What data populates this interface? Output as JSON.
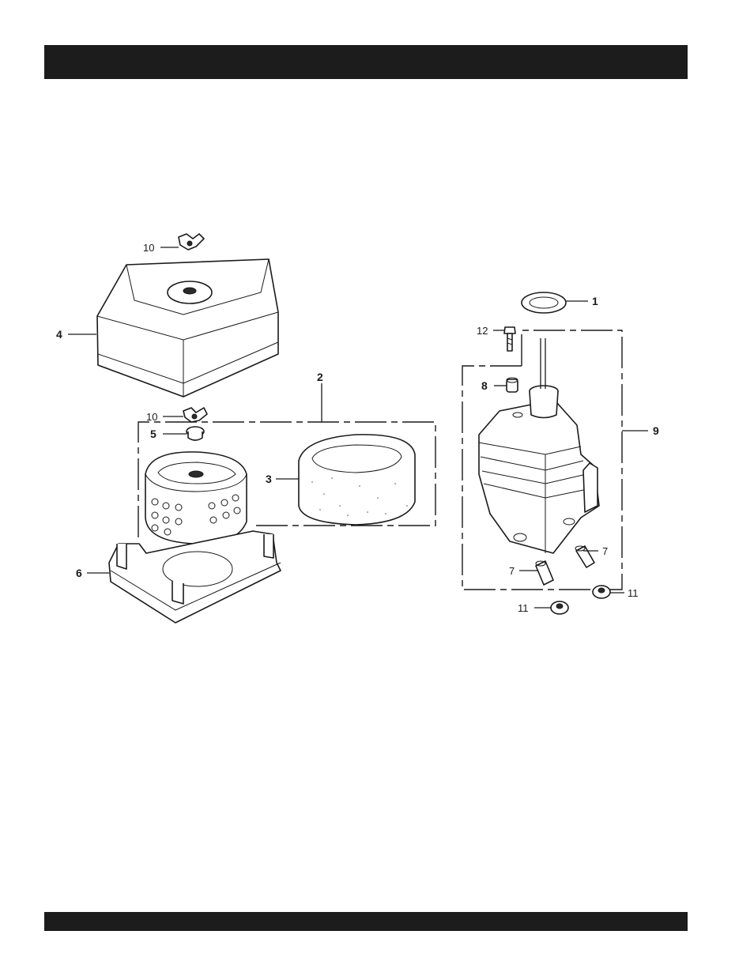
{
  "header": {
    "text": ""
  },
  "footer": {
    "text": ""
  },
  "callouts": {
    "c1": "1",
    "c2": "2",
    "c3": "3",
    "c4": "4",
    "c5": "5",
    "c6": "6",
    "c7a": "7",
    "c7b": "7",
    "c8": "8",
    "c9": "9",
    "c10a": "10",
    "c10b": "10",
    "c11a": "11",
    "c11b": "11",
    "c12": "12"
  },
  "colors": {
    "bar": "#1c1c1c",
    "ink": "#1a1a1a",
    "paper": "#ffffff"
  }
}
